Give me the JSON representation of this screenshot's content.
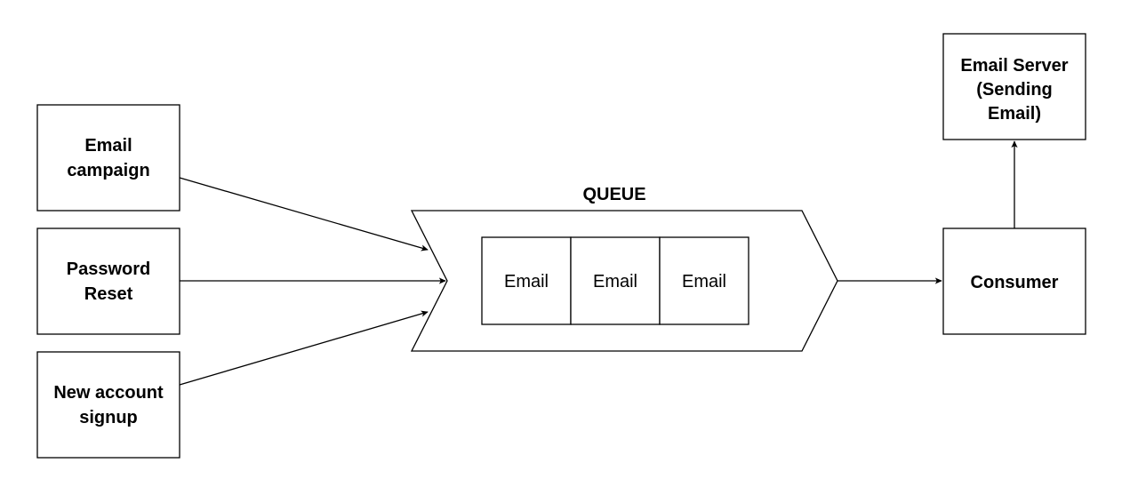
{
  "sources": {
    "email_campaign": {
      "line1": "Email",
      "line2": "campaign"
    },
    "password_reset": {
      "line1": "Password",
      "line2": "Reset"
    },
    "new_account": {
      "line1": "New account",
      "line2": "signup"
    }
  },
  "queue": {
    "label": "QUEUE",
    "items": [
      "Email",
      "Email",
      "Email"
    ]
  },
  "consumer": {
    "label": "Consumer"
  },
  "email_server": {
    "line1": "Email Server",
    "line2": "(Sending",
    "line3": "Email)"
  }
}
